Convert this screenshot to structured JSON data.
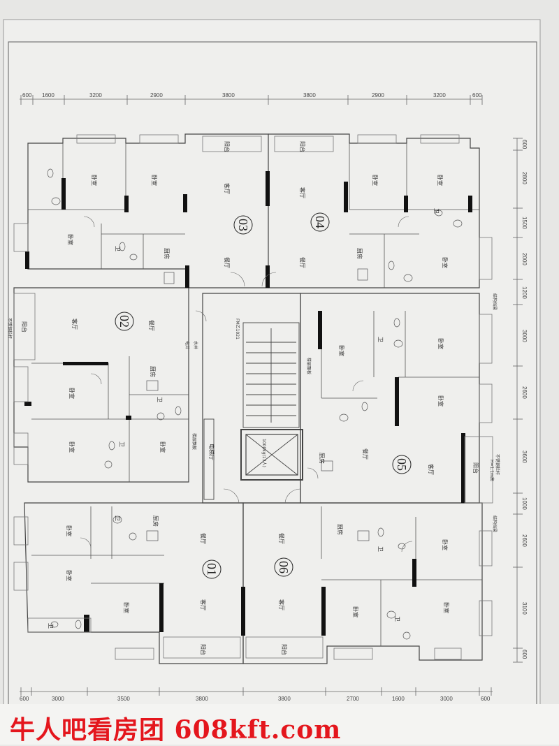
{
  "dimensions": {
    "top": [
      "600",
      "1600",
      "3200",
      "2900",
      "3800",
      "3800",
      "2900",
      "3200",
      "600"
    ],
    "bottom": [
      "600",
      "3000",
      "3500",
      "3800",
      "3800",
      "2700",
      "1600",
      "3000",
      "600"
    ],
    "right": [
      "600",
      "2800",
      "1500",
      "2000",
      "1200",
      "3000",
      "2600",
      "3600",
      "1000",
      "2600",
      "3100",
      "600"
    ]
  },
  "units": [
    "03",
    "04",
    "02",
    "05",
    "01",
    "06"
  ],
  "rooms": {
    "bedroom": "卧室",
    "living": "客厅",
    "dining": "餐厅",
    "kitchen": "厨房",
    "balcony": "阳台",
    "bath": "卫"
  },
  "core": {
    "elevator_hall": "电梯厅",
    "elevator": "1000kg(13人)",
    "fire_door": "FM乙1021",
    "pipe_well": "电井",
    "water_well": "水井",
    "floor_slab_a": "楼层飘板",
    "floor_slab_b": "楼层飘板"
  },
  "notes": {
    "railing_left": "不锈钢栏杆",
    "railing_right": "不锈钢栏杆",
    "railing_height": "H=1.1m高",
    "structure_1": "结构挡梁",
    "structure_2": "结构挡梁"
  },
  "watermark": "牛人吧看房团 608kft.com"
}
